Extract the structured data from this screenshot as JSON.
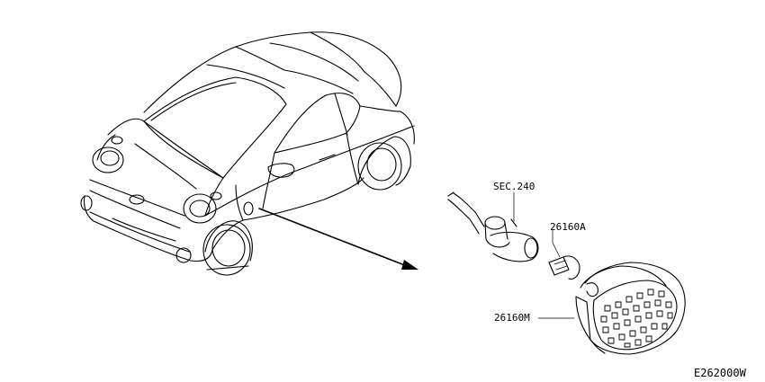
{
  "labels": {
    "sec": "SEC.240",
    "bulb": "26160A",
    "lamp": "26160M"
  },
  "diagram_code": "E262000W",
  "colors": {
    "line": "#000000",
    "background": "#ffffff"
  }
}
